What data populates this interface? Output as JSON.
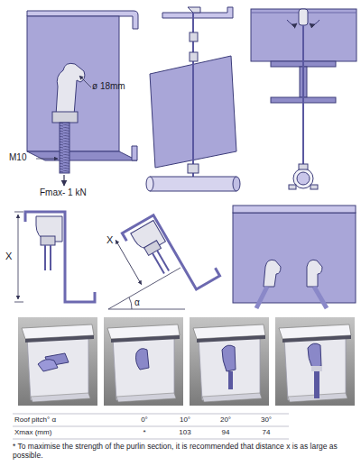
{
  "diagram": {
    "labels": [
      "ø 18mm",
      "M10",
      "Fmax- 1 kN",
      "X",
      "X",
      "α",
      "Roof pitch° α",
      "0°",
      "10°",
      "20°",
      "30°",
      "Xmax (mm)",
      "*",
      "103",
      "94",
      "74",
      "* To maximise the strength of the purlin section, it is recommended that distance x is as large as possible."
    ]
  }
}
